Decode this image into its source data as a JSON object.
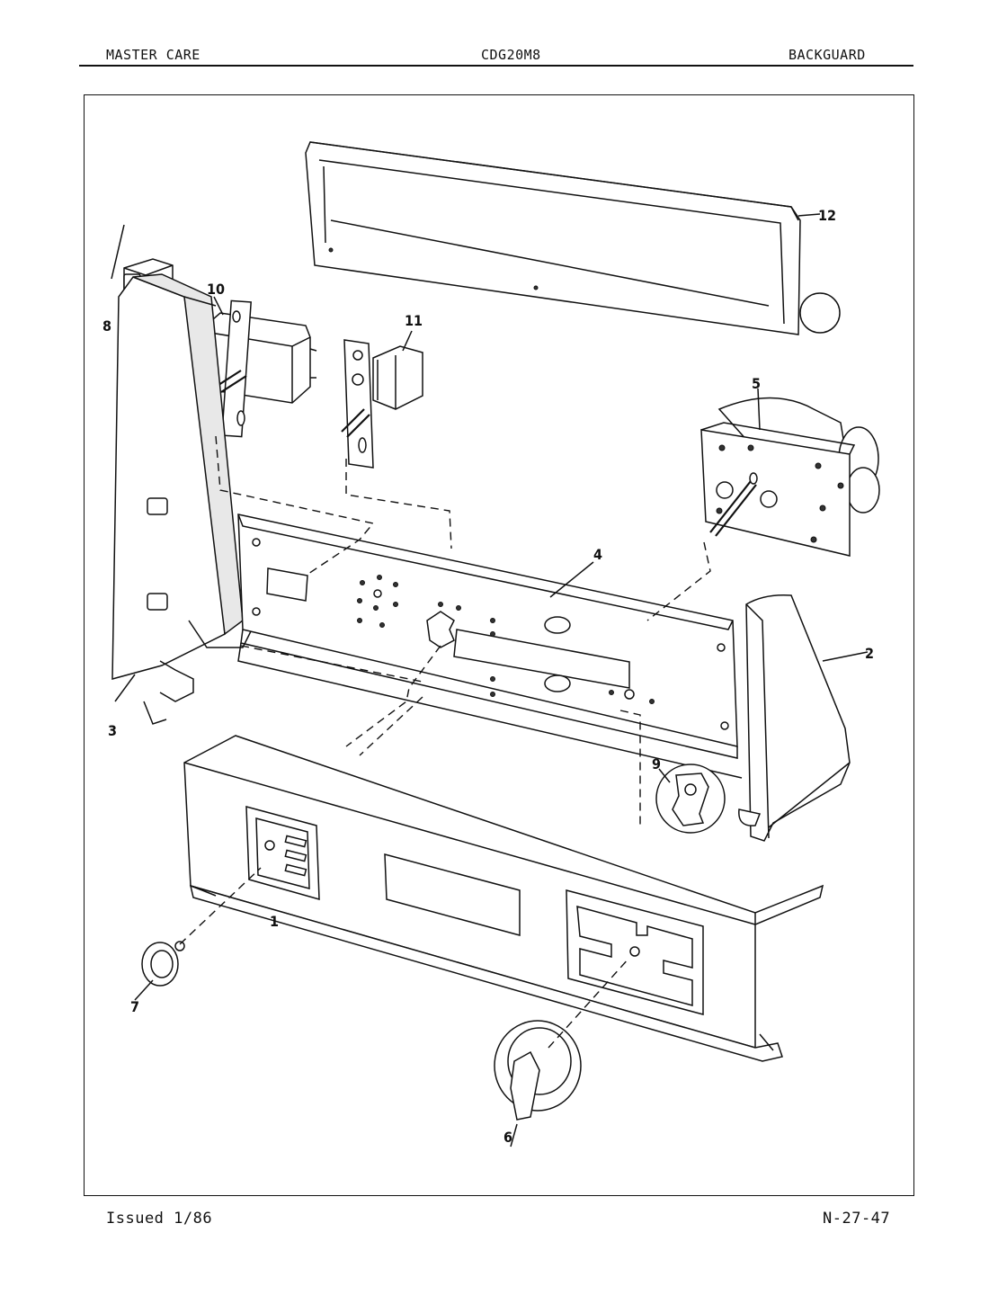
{
  "header": {
    "left": "MASTER CARE",
    "center": "CDG20M8",
    "right": "BACKGUARD"
  },
  "footer": {
    "issued": "Issued 1/86",
    "page_code": "N-27-47"
  },
  "callouts": {
    "c1": "1",
    "c2": "2",
    "c3": "3",
    "c4": "4",
    "c5": "5",
    "c6": "6",
    "c7": "7",
    "c8": "8",
    "c9": "9",
    "c10": "10",
    "c11": "11",
    "c12": "12"
  }
}
